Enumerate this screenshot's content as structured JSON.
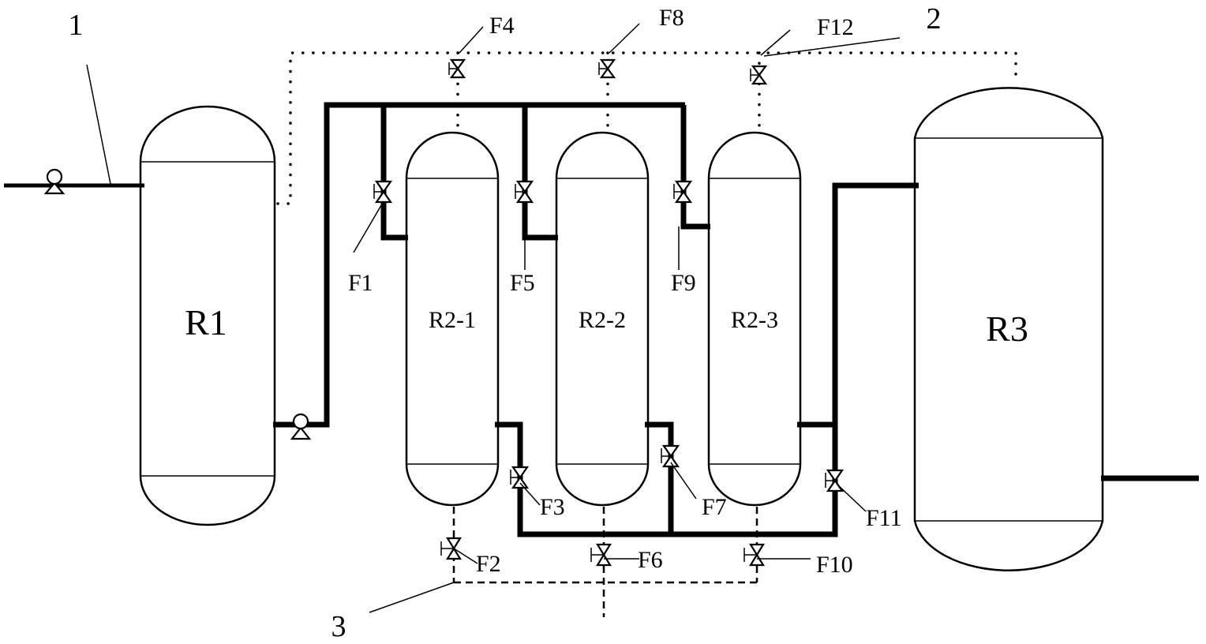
{
  "diagram": {
    "vessels": {
      "r1": "R1",
      "r2_1": "R2-1",
      "r2_2": "R2-2",
      "r2_3": "R2-3",
      "r3": "R3"
    },
    "valves": {
      "f1": "F1",
      "f2": "F2",
      "f3": "F3",
      "f4": "F4",
      "f5": "F5",
      "f6": "F6",
      "f7": "F7",
      "f8": "F8",
      "f9": "F9",
      "f10": "F10",
      "f11": "F11",
      "f12": "F12"
    },
    "callouts": {
      "c1": "1",
      "c2": "2",
      "c3": "3"
    }
  }
}
